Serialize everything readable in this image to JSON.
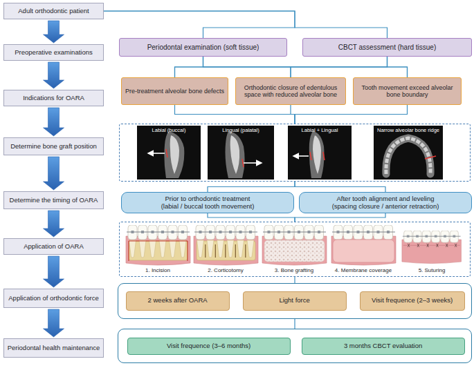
{
  "diagram": {
    "nodes": [
      {
        "text": [
          "Adult orthodontic patient"
        ]
      },
      {
        "text": [
          "Preoperative examinations"
        ]
      },
      {
        "text": [
          "Periodontal examination (soft tissue)"
        ]
      },
      {
        "text": [
          "CBCT assessment (hard tissue)"
        ]
      },
      {
        "text": [
          "Indications for OARA"
        ]
      },
      {
        "text": [
          "Pre-treatment alveolar bone defects"
        ]
      },
      {
        "text": [
          "Orthodontic closure of edentulous space with reduced alveolar bone"
        ]
      },
      {
        "text": [
          "Tooth movement exceed alveolar bone boundary"
        ]
      },
      {
        "text": [
          "Determine bone graft position"
        ]
      },
      {
        "text": [
          "Labial (buccal)",
          "Lingual (palatal)",
          "Labial + Lingual",
          "Narrow alveolar bone ridge"
        ]
      },
      {
        "text": [
          "Determine the timing of OARA"
        ]
      },
      {
        "text": [
          "Prior to orthodontic treatment",
          "(labial / buccal tooth movement)"
        ]
      },
      {
        "text": [
          "After tooth alignment and leveling",
          "(spacing closure / anterior retraction)"
        ]
      },
      {
        "text": [
          "Application of OARA"
        ]
      },
      {
        "text": [
          "1. Incision",
          "2. Corticotomy",
          "3. Bone grafting",
          "4. Membrane coverage",
          "5. Suturing"
        ]
      },
      {
        "text": [
          "Application of orthodontic force"
        ]
      },
      {
        "text": []
      },
      {
        "text": [
          "2 weeks after OARA"
        ],
        "in": 16
      },
      {
        "text": [
          "Light force"
        ],
        "in": 16
      },
      {
        "text": [
          "Visit frequence (2–3 weeks)"
        ],
        "in": 16
      },
      {
        "text": [
          "Periodontal health maintenance"
        ]
      },
      {
        "text": []
      },
      {
        "text": [
          "Visit frequence (3–6 months)"
        ],
        "in": 21
      },
      {
        "text": [
          "3 months CBCT evaluation"
        ],
        "in": 21
      }
    ],
    "edges": [
      {
        "from": 0,
        "to": 1,
        "arrow": "to"
      },
      {
        "from": 1,
        "to": 4,
        "arrow": "to"
      },
      {
        "from": 4,
        "to": 8,
        "arrow": "to"
      },
      {
        "from": 8,
        "to": 10,
        "arrow": "to"
      },
      {
        "from": 10,
        "to": 13,
        "arrow": "to"
      },
      {
        "from": 13,
        "to": 15,
        "arrow": "to"
      },
      {
        "from": 15,
        "to": 20,
        "arrow": "to"
      },
      {
        "from": 0,
        "to": 2,
        "arrow": "none"
      },
      {
        "from": 0,
        "to": 3,
        "arrow": "none"
      },
      {
        "from": 2,
        "to": 5,
        "arrow": "none"
      },
      {
        "from": 2,
        "to": 6,
        "arrow": "none"
      },
      {
        "from": 2,
        "to": 7,
        "arrow": "none"
      },
      {
        "from": 3,
        "to": 5,
        "arrow": "none"
      },
      {
        "from": 3,
        "to": 6,
        "arrow": "none"
      },
      {
        "from": 3,
        "to": 7,
        "arrow": "none"
      },
      {
        "from": 5,
        "to": 9,
        "arrow": "none"
      },
      {
        "from": 6,
        "to": 9,
        "arrow": "none"
      },
      {
        "from": 7,
        "to": 9,
        "arrow": "none"
      },
      {
        "from": 9,
        "to": 11,
        "arrow": "none"
      },
      {
        "from": 9,
        "to": 12,
        "arrow": "none"
      },
      {
        "from": 11,
        "to": 14,
        "arrow": "none"
      },
      {
        "from": 12,
        "to": 14,
        "arrow": "none"
      },
      {
        "from": 14,
        "to": 16,
        "arrow": "none"
      },
      {
        "from": 16,
        "to": 21,
        "arrow": "none"
      }
    ]
  }
}
